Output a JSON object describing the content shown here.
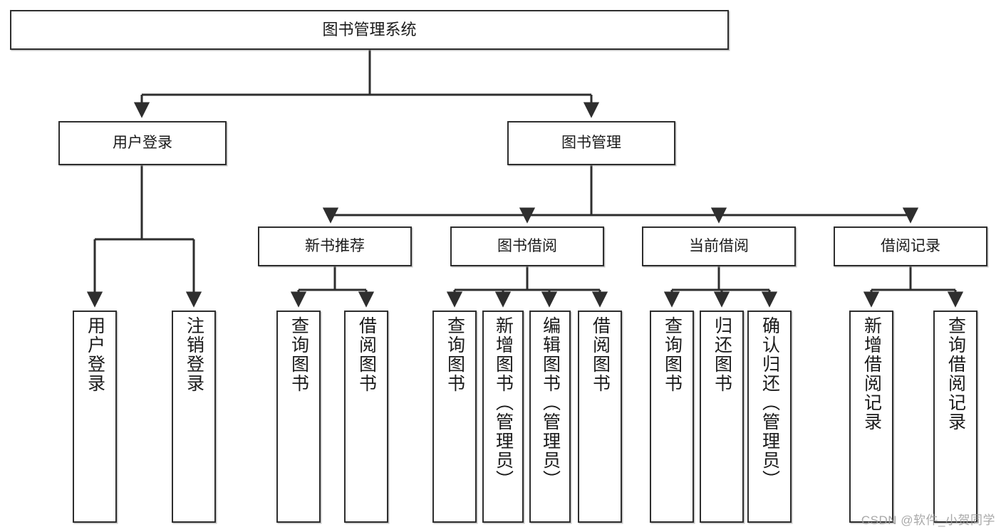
{
  "diagram": {
    "title": "图书管理系统",
    "type": "tree-hierarchy",
    "watermark": "CSDN @软件_小贺同学",
    "colors": {
      "box_border": "#2e2e2e",
      "box_fill": "#ffffff",
      "edge": "#2e2e2e",
      "text": "#1a1a1a",
      "watermark": "#9a9a9a"
    },
    "root": {
      "label": "图书管理系统"
    },
    "level1": [
      {
        "label": "用户登录"
      },
      {
        "label": "图书管理"
      }
    ],
    "level2": [
      {
        "label": "新书推荐"
      },
      {
        "label": "图书借阅"
      },
      {
        "label": "当前借阅"
      },
      {
        "label": "借阅记录"
      }
    ],
    "leaves": {
      "user_login": [
        {
          "label": "用户登录"
        },
        {
          "label": "注销登录"
        }
      ],
      "new_book_recommend": [
        {
          "label": "查询图书"
        },
        {
          "label": "借阅图书"
        }
      ],
      "book_borrow": [
        {
          "label": "查询图书"
        },
        {
          "label": "新增图书（管理员）"
        },
        {
          "label": "编辑图书（管理员）"
        },
        {
          "label": "借阅图书"
        }
      ],
      "current_borrow": [
        {
          "label": "查询图书"
        },
        {
          "label": "归还图书"
        },
        {
          "label": "确认归还（管理员）"
        }
      ],
      "borrow_record": [
        {
          "label": "新增借阅记录"
        },
        {
          "label": "查询借阅记录"
        }
      ]
    }
  }
}
